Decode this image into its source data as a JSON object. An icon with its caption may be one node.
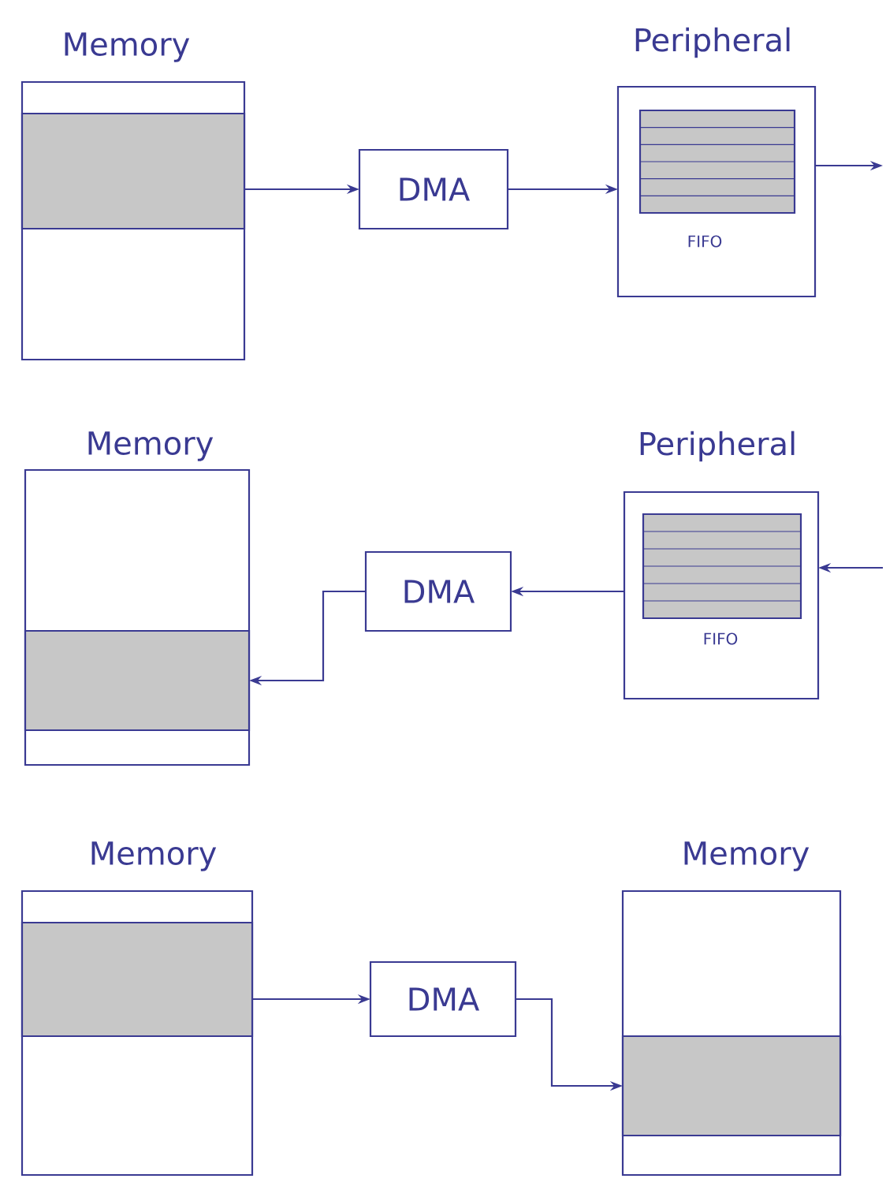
{
  "diagram": {
    "nodes": [
      {
        "text": [
          "Memory"
        ]
      },
      {
        "text": [],
        "shape": "box",
        "in": 0
      },
      {
        "text": [
          "DMA"
        ]
      },
      {
        "text": [
          "Peripheral"
        ]
      },
      {
        "text": [
          "FIFO"
        ],
        "in": 3
      },
      {
        "text": [
          "Memory"
        ]
      },
      {
        "text": [],
        "shape": "box",
        "in": 5
      },
      {
        "text": [
          "DMA"
        ]
      },
      {
        "text": [
          "Peripheral"
        ]
      },
      {
        "text": [
          "FIFO"
        ],
        "in": 8
      },
      {
        "text": [
          "Memory"
        ]
      },
      {
        "text": [],
        "shape": "box",
        "in": 10
      },
      {
        "text": [
          "DMA"
        ]
      },
      {
        "text": [
          "Memory"
        ]
      },
      {
        "text": [],
        "shape": "box",
        "in": 13
      }
    ],
    "edges": [
      {
        "from": 1,
        "to": 2,
        "arrow": "to"
      },
      {
        "from": 2,
        "to": 3,
        "arrow": "to"
      },
      {
        "from": 3,
        "to": null,
        "arrow": "to"
      },
      {
        "from": null,
        "to": 8,
        "arrow": "to"
      },
      {
        "from": 8,
        "to": 7,
        "arrow": "to"
      },
      {
        "from": 7,
        "to": 6,
        "arrow": "to"
      },
      {
        "from": 11,
        "to": 12,
        "arrow": "to"
      },
      {
        "from": 12,
        "to": 14,
        "arrow": "to"
      }
    ]
  }
}
